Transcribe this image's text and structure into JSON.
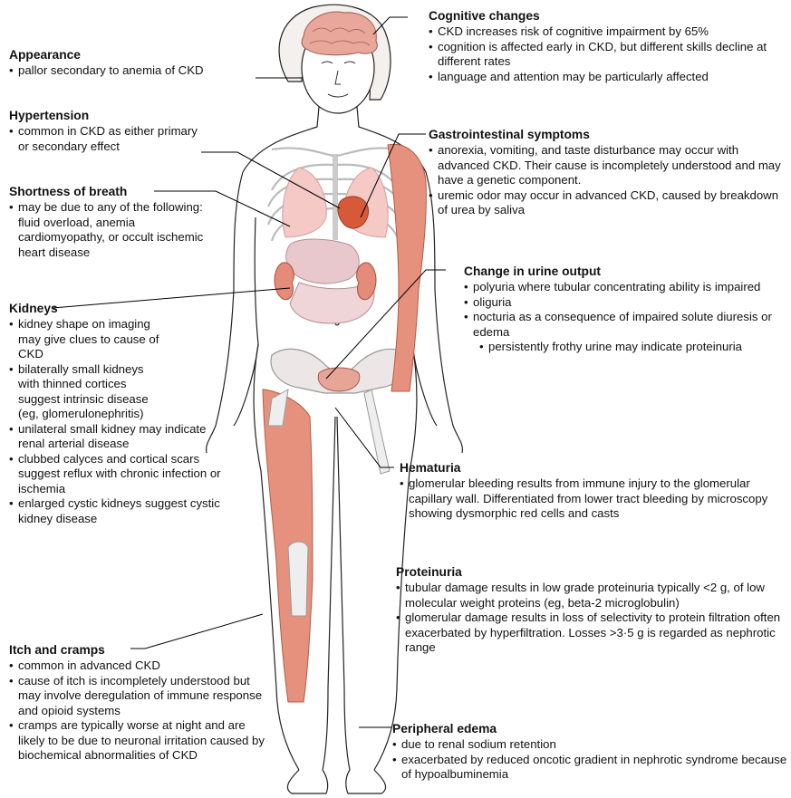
{
  "annotations": {
    "appearance": {
      "title": "Appearance",
      "points": [
        "pallor secondary to anemia of CKD"
      ]
    },
    "hypertension": {
      "title": "Hypertension",
      "points": [
        "common in CKD as either primary or secondary effect"
      ]
    },
    "shortness_of_breath": {
      "title": "Shortness of breath",
      "points": [
        "may be due to any of the following: fluid overload, anemia cardiomyopathy, or occult ischemic heart disease"
      ]
    },
    "kidneys": {
      "title": "Kidneys",
      "points": [
        "kidney shape on imaging may give clues to cause of CKD",
        "bilaterally small kidneys with thinned cortices suggest intrinsic disease (eg, glomerulonephritis)",
        "unilateral small kidney may indicate renal arterial disease",
        "clubbed calyces and cortical scars suggest reflux with chronic infection or ischemia",
        "enlarged cystic kidneys suggest cystic kidney disease"
      ]
    },
    "itch_cramps": {
      "title": "Itch and cramps",
      "points": [
        "common in advanced CKD",
        "cause of itch is incompletely understood but may involve deregulation of immune response and opioid systems",
        "cramps are typically worse at night and are likely to be due to neuronal irritation caused by biochemical abnormalities of CKD"
      ]
    },
    "cognitive": {
      "title": "Cognitive changes",
      "points": [
        "CKD increases risk of cognitive impairment by 65%",
        "cognition is affected early in CKD, but different skills decline at different rates",
        "language and attention may be particularly affected"
      ]
    },
    "gastrointestinal": {
      "title": "Gastrointestinal symptoms",
      "points": [
        "anorexia, vomiting, and taste disturbance may occur with advanced CKD. Their cause is incompletely understood and may have a genetic component.",
        "uremic odor may occur in advanced CKD, caused by breakdown of urea by saliva"
      ]
    },
    "urine_output": {
      "title": "Change in urine output",
      "points": [
        "polyuria where tubular concentrating ability is impaired",
        "oliguria",
        "nocturia as a consequence of impaired solute diuresis or edema"
      ],
      "subpoints": [
        "persistently frothy urine may indicate proteinuria"
      ]
    },
    "hematuria": {
      "title": "Hematuria",
      "points": [
        "glomerular bleeding results from immune injury to the glomerular capillary wall. Differentiated from lower tract bleeding by microscopy showing dysmorphic red cells and casts"
      ]
    },
    "proteinuria": {
      "title": "Proteinuria",
      "points": [
        "tubular damage results in low grade proteinuria typically <2 g, of low molecular weight proteins (eg, beta-2 microglobulin)",
        "glomerular damage results in loss of selectivity to protein filtration often exacerbated by hyperfiltration. Losses >3·5 g is regarded as nephrotic range"
      ]
    },
    "edema": {
      "title": "Peripheral edema",
      "points": [
        "due to renal sodium retention",
        "exacerbated by reduced oncotic gradient in nephrotic syndrome because of hypoalbuminemia"
      ]
    }
  }
}
